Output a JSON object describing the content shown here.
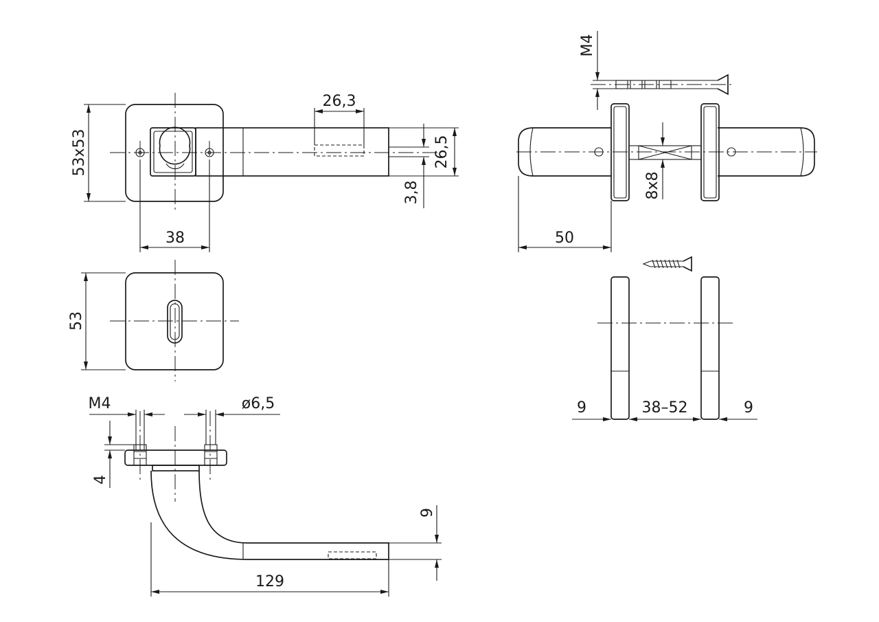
{
  "dimensions": {
    "rose_size": "53x53",
    "spindle_offset": "26,3",
    "lever_height": "26,5",
    "lever_gap": "3,8",
    "screw_spacing": "38",
    "escutcheon_size": "53",
    "screw_thread_lower": "M4",
    "screw_hole_diameter": "ø6,5",
    "rose_thickness": "4",
    "lever_thickness": "9",
    "lever_length": "129",
    "screw_thread_upper": "M4",
    "spindle_square": "8x8",
    "lever_projection": "50",
    "rose_depth_left": "9",
    "door_thickness": "38–52",
    "rose_depth_right": "9"
  }
}
